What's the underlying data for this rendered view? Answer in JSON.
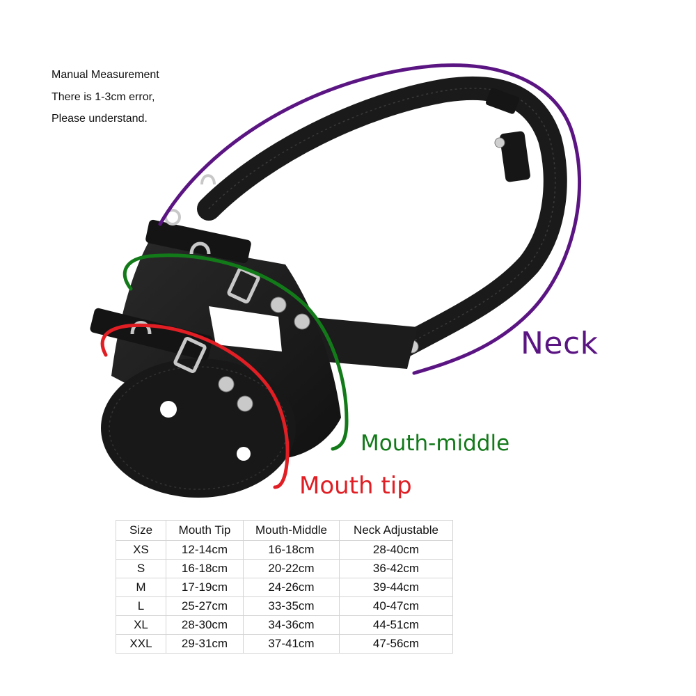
{
  "note": {
    "lines": [
      "Manual Measurement",
      "There is 1-3cm error,",
      "Please understand."
    ]
  },
  "labels": {
    "neck": "Neck",
    "mouth_middle": "Mouth-middle",
    "mouth_tip": "Mouth tip"
  },
  "colors": {
    "neck": "#5b1583",
    "mouth_middle": "#137a1a",
    "mouth_tip": "#e01e24",
    "leather": "#1b1b1b"
  },
  "size_table": {
    "headers": [
      "Size",
      "Mouth Tip",
      "Mouth-Middle",
      "Neck Adjustable"
    ],
    "rows": [
      [
        "XS",
        "12-14cm",
        "16-18cm",
        "28-40cm"
      ],
      [
        "S",
        "16-18cm",
        "20-22cm",
        "36-42cm"
      ],
      [
        "M",
        "17-19cm",
        "24-26cm",
        "39-44cm"
      ],
      [
        "L",
        "25-27cm",
        "33-35cm",
        "40-47cm"
      ],
      [
        "XL",
        "28-30cm",
        "34-36cm",
        "44-51cm"
      ],
      [
        "XXL",
        "29-31cm",
        "37-41cm",
        "47-56cm"
      ]
    ]
  }
}
